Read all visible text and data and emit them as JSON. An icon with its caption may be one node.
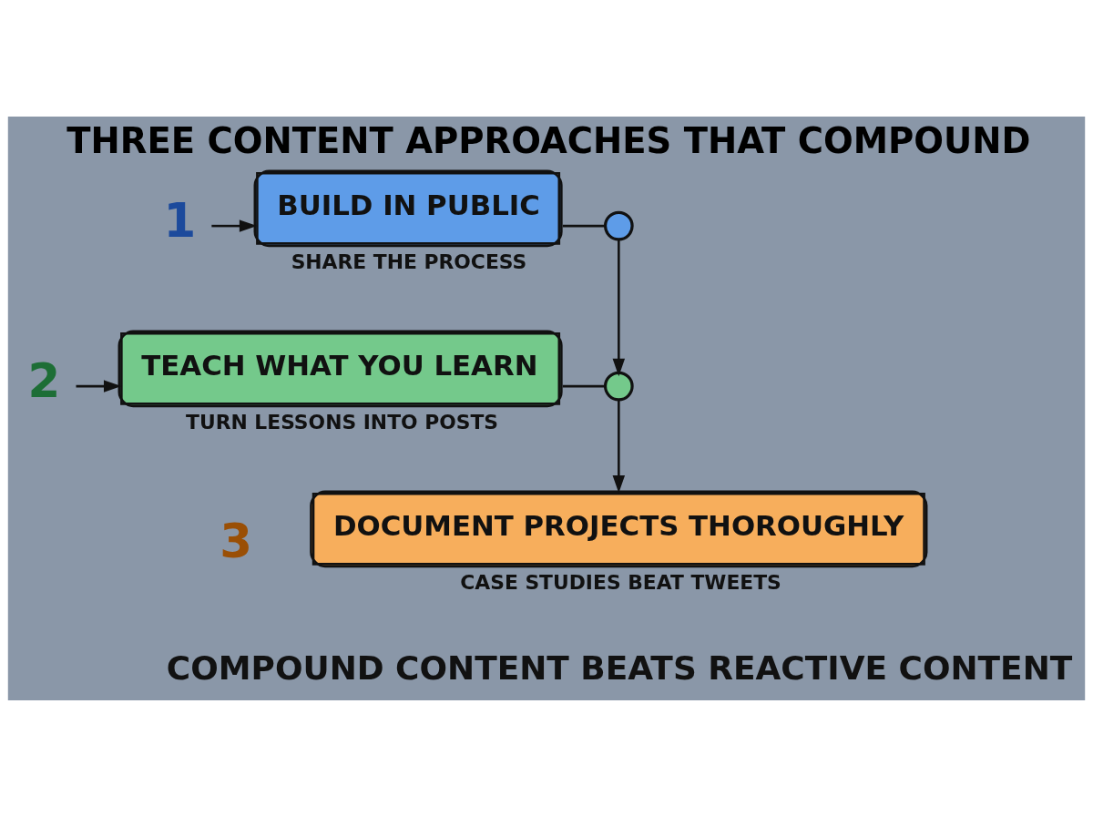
{
  "diagram": {
    "title": "THREE CONTENT APPROACHES THAT COMPOUND",
    "caption": "COMPOUND CONTENT BEATS REACTIVE CONTENT",
    "nodes": [
      {
        "text": [
          "1"
        ]
      },
      {
        "text": [
          "BUILD IN PUBLIC"
        ],
        "beside": [
          "SHARE THE PROCESS"
        ]
      },
      {
        "text": [],
        "shape": "circle"
      },
      {
        "text": [
          "2"
        ]
      },
      {
        "text": [
          "TEACH WHAT YOU LEARN"
        ],
        "beside": [
          "TURN LESSONS INTO POSTS"
        ]
      },
      {
        "text": [],
        "shape": "circle"
      },
      {
        "text": [
          "DOCUMENT PROJECTS THOROUGHLY"
        ],
        "beside": [
          "CASE STUDIES BEAT TWEETS"
        ]
      }
    ],
    "edges": [
      {
        "from": 0,
        "to": 1,
        "arrow": "to"
      },
      {
        "from": 1,
        "to": 2,
        "arrow": "none"
      },
      {
        "from": 2,
        "to": 5,
        "arrow": "to"
      },
      {
        "from": 3,
        "to": 4,
        "arrow": "to"
      },
      {
        "from": 4,
        "to": 5,
        "arrow": "none"
      },
      {
        "from": 5,
        "to": 6,
        "arrow": "to"
      }
    ],
    "labels": [
      "3"
    ]
  }
}
